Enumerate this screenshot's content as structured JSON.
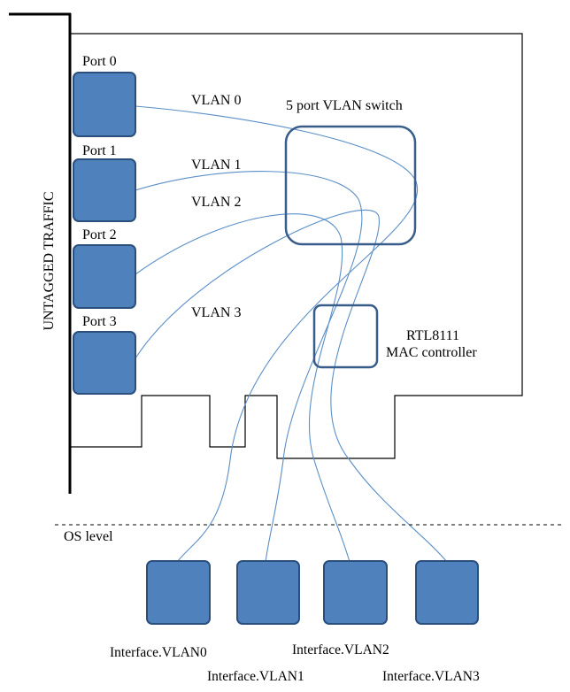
{
  "ports": [
    {
      "label": "Port 0"
    },
    {
      "label": "Port 1"
    },
    {
      "label": "Port 2"
    },
    {
      "label": "Port 3"
    }
  ],
  "vlans": [
    {
      "label": "VLAN 0"
    },
    {
      "label": "VLAN 1"
    },
    {
      "label": "VLAN 2"
    },
    {
      "label": "VLAN 3"
    }
  ],
  "switch": {
    "label": "5 port VLAN switch"
  },
  "mac": {
    "line1": "RTL8111",
    "line2": "MAC controller"
  },
  "side_label": "UNTAGGED TRAFFIC",
  "os_level_label": "OS level",
  "interfaces": [
    {
      "label": "Interface.VLAN0"
    },
    {
      "label": "Interface.VLAN1"
    },
    {
      "label": "Interface.VLAN2"
    },
    {
      "label": "Interface.VLAN3"
    }
  ],
  "colors": {
    "port_fill": "#4f81bd",
    "port_stroke": "#2b4f7d",
    "wire": "#5b8fc7",
    "chip_stroke": "#385d8a"
  }
}
